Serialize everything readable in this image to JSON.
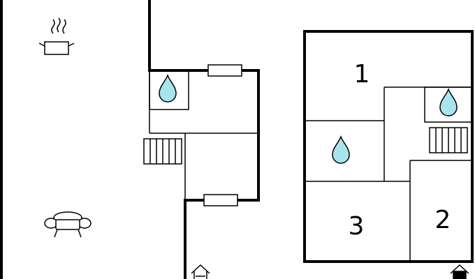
{
  "colors": {
    "wall": "#000000",
    "background": "#ffffff",
    "water_drop": "#a8e4ee"
  },
  "rooms": [
    {
      "label": "1"
    },
    {
      "label": "2"
    },
    {
      "label": "3"
    }
  ],
  "icons": [
    "cooking-pot-icon",
    "sofa-icon",
    "water-drop-icon",
    "stairs-icon",
    "window-icon",
    "house-entrance-icon"
  ]
}
